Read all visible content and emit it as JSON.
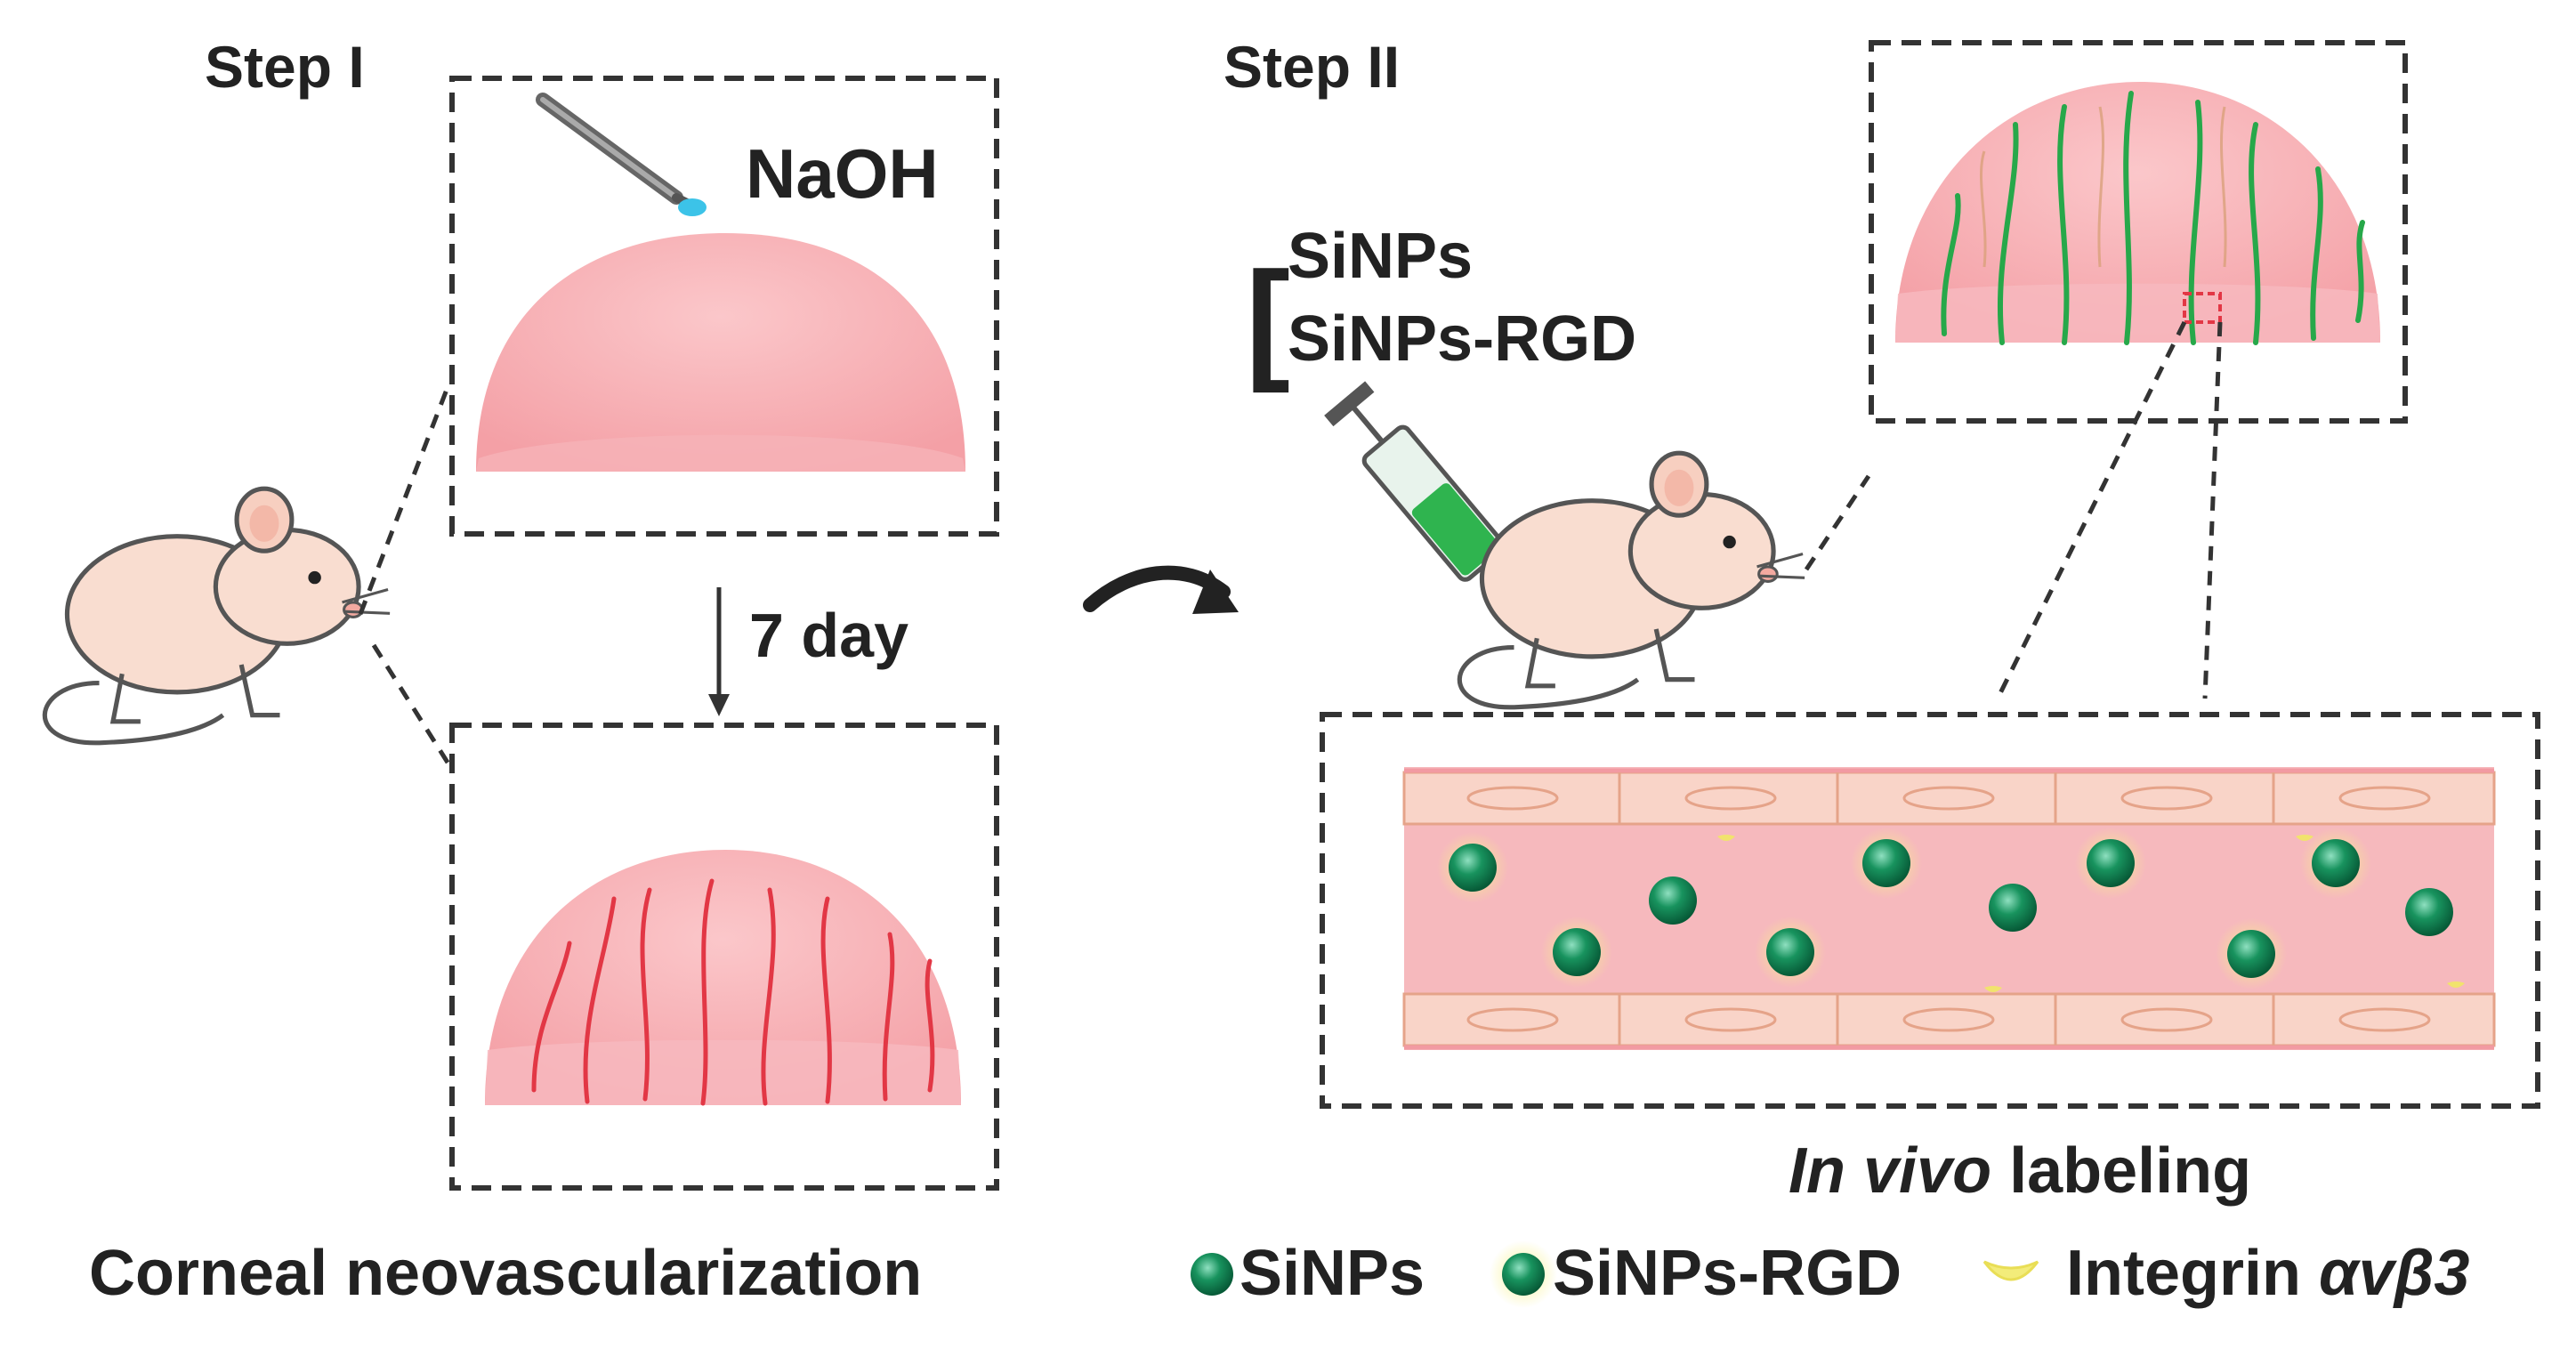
{
  "step1": {
    "label": "Step I",
    "reagent": "NaOH",
    "duration": "7 day"
  },
  "step2": {
    "label": "Step II",
    "particle_options": [
      "SiNPs",
      "SiNPs-RGD"
    ]
  },
  "inset": {
    "caption_italic": "In vivo",
    "caption_rest": " labeling"
  },
  "legend": {
    "title": "Corneal neovascularization",
    "items": [
      {
        "name": "sinps",
        "label": "SiNPs"
      },
      {
        "name": "sinps-rgd",
        "label": "SiNPs-RGD"
      },
      {
        "name": "integrin",
        "label": "Integrin ",
        "greek": "αvβ3"
      }
    ]
  },
  "colors": {
    "cornea": "#f6a9ad",
    "cornea_light": "#fbd0d2",
    "vessel_red": "#e23745",
    "vessel_green": "#27a84a",
    "particle": "#0e7a4e",
    "rgd_glow": "#f3ec7a",
    "vessel_wall": "#f8d2c6",
    "liquid": "#3cc3e8"
  }
}
